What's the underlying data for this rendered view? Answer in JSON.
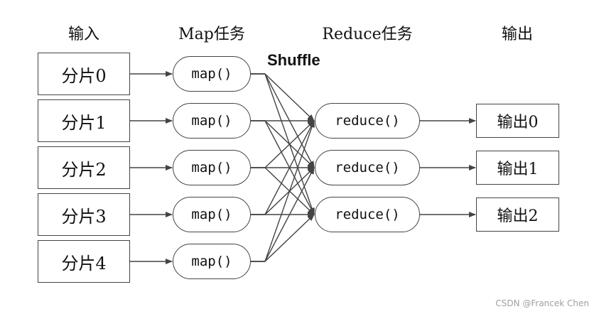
{
  "headers": {
    "input": "输入",
    "map": "Map任务",
    "reduce": "Reduce任务",
    "output": "输出"
  },
  "shuffle_label": "Shuffle",
  "splits": [
    "分片0",
    "分片1",
    "分片2",
    "分片3",
    "分片4"
  ],
  "maps": [
    "map()",
    "map()",
    "map()",
    "map()",
    "map()"
  ],
  "reduces": [
    "reduce()",
    "reduce()",
    "reduce()"
  ],
  "outputs": [
    "输出0",
    "输出1",
    "输出2"
  ],
  "watermark": "CSDN @Francek Chen",
  "colors": {
    "stroke": "#444444",
    "text": "#111111",
    "watermark": "#a0a0a0"
  }
}
